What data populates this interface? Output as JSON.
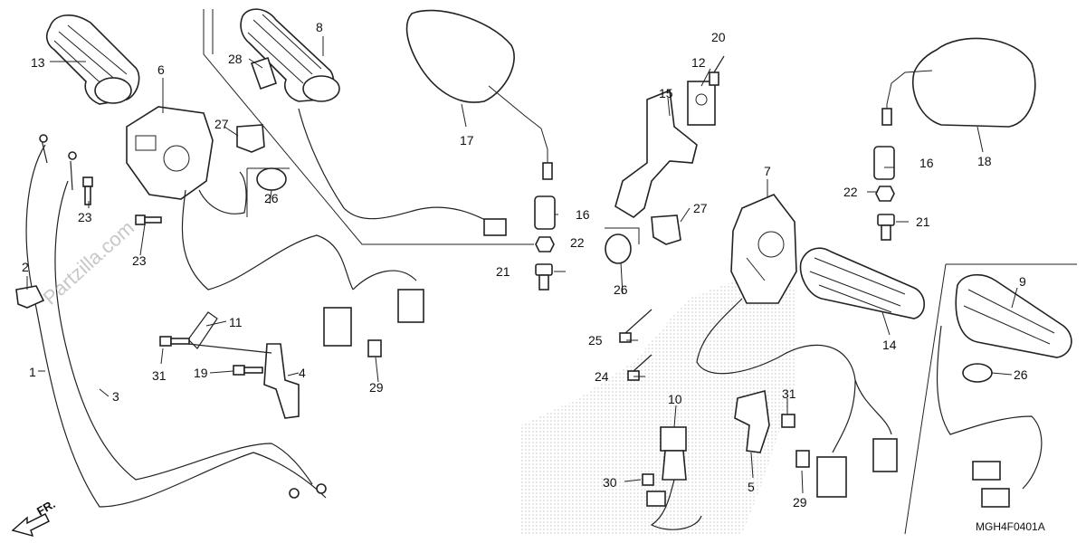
{
  "callouts": {
    "c1": "1",
    "c2": "2",
    "c3": "3",
    "c4": "4",
    "c5": "5",
    "c6": "6",
    "c7": "7",
    "c8": "8",
    "c9": "9",
    "c10": "10",
    "c11": "11",
    "c12": "12",
    "c13": "13",
    "c14": "14",
    "c15": "15",
    "c16a": "16",
    "c16b": "16",
    "c17": "17",
    "c18": "18",
    "c19": "19",
    "c20": "20",
    "c21a": "21",
    "c21b": "21",
    "c22a": "22",
    "c22b": "22",
    "c23a": "23",
    "c23b": "23",
    "c24": "24",
    "c25": "25",
    "c26a": "26",
    "c26b": "26",
    "c26c": "26",
    "c27a": "27",
    "c27b": "27",
    "c28": "28",
    "c29a": "29",
    "c29b": "29",
    "c30": "30",
    "c31a": "31",
    "c31b": "31"
  },
  "diagram_code": "MGH4F0401A",
  "direction_label": "FR.",
  "watermark": "Partzilla.com"
}
